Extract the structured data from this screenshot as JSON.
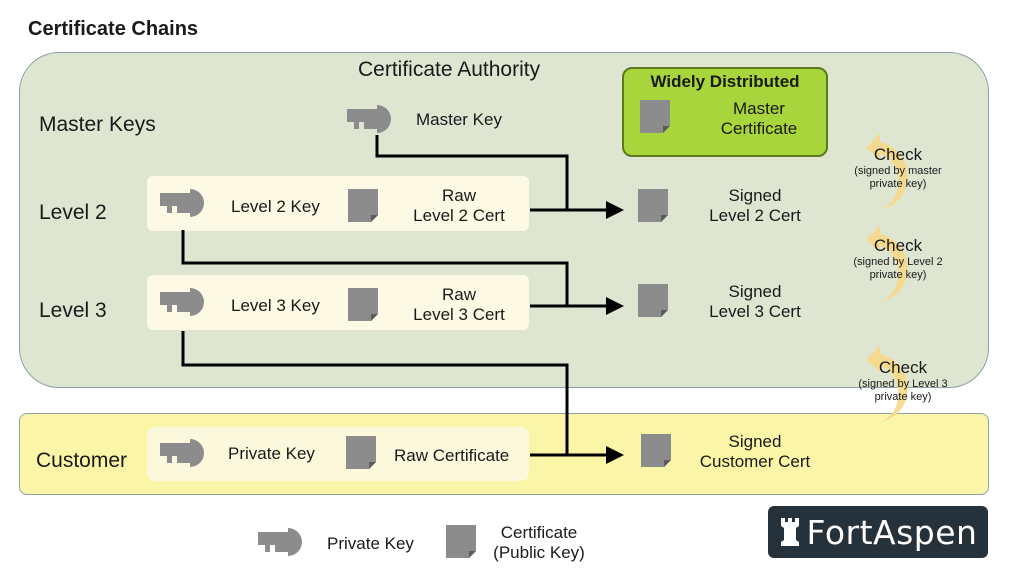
{
  "title": "Certificate Chains",
  "ca_label": "Certificate Authority",
  "widely_distributed": {
    "heading": "Widely Distributed",
    "cert_line1": "Master",
    "cert_line2": "Certificate"
  },
  "rows": {
    "master": {
      "label": "Master Keys",
      "key_label": "Master Key"
    },
    "level2": {
      "label": "Level 2",
      "key_label": "Level 2 Key",
      "raw_line1": "Raw",
      "raw_line2": "Level 2 Cert",
      "signed_line1": "Signed",
      "signed_line2": "Level 2 Cert"
    },
    "level3": {
      "label": "Level 3",
      "key_label": "Level 3 Key",
      "raw_line1": "Raw",
      "raw_line2": "Level 3 Cert",
      "signed_line1": "Signed",
      "signed_line2": "Level 3 Cert"
    },
    "customer": {
      "label": "Customer",
      "key_label": "Private Key",
      "raw_label": "Raw Certificate",
      "signed_line1": "Signed",
      "signed_line2": "Customer Cert"
    }
  },
  "checks": [
    {
      "title": "Check",
      "sub1": "(signed by master",
      "sub2": "private key)"
    },
    {
      "title": "Check",
      "sub1": "(signed by Level 2",
      "sub2": "private key)"
    },
    {
      "title": "Check",
      "sub1": "(signed by Level 3",
      "sub2": "private key)"
    }
  ],
  "legend": {
    "key_label": "Private Key",
    "cert_line1": "Certificate",
    "cert_line2": "(Public Key)"
  },
  "logo": {
    "text": "FortAspen",
    "icon": "rook-icon"
  },
  "colors": {
    "ca_panel": "#dee6d2",
    "customer_panel": "#fbf6a7",
    "widely_distributed": "#a8d43c",
    "icon_gray": "#8c8c8c",
    "check_arrow": "#f7d98a",
    "logo_bg": "#26323b"
  }
}
